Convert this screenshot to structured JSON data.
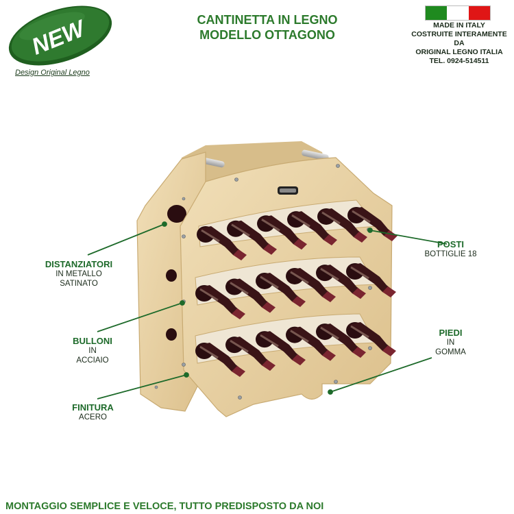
{
  "badge": {
    "label": "NEW",
    "color": "#2f7a2f"
  },
  "design_credit": "Design Original Legno",
  "title": {
    "line1": "CANTINETTA IN LEGNO",
    "line2": "MODELLO OTTAGONO"
  },
  "flag_colors": [
    "#1f8a1f",
    "#ffffff",
    "#e01616"
  ],
  "made_in": {
    "line1": "MADE IN ITALY",
    "line2": "COSTRUITE INTERAMENTE",
    "line3": "DA",
    "line4": "ORIGINAL LEGNO ITALIA",
    "line5": "TEL. 0924-514511"
  },
  "callouts": {
    "distanziatori": {
      "title": "DISTANZIATORI",
      "sub1": "IN METALLO",
      "sub2": "SATINATO"
    },
    "bulloni": {
      "title": "BULLONI",
      "sub1": "IN",
      "sub2": "ACCIAIO"
    },
    "finitura": {
      "title": "FINITURA",
      "sub1": "ACERO"
    },
    "posti": {
      "title": "POSTI",
      "sub1": "BOTTIGLIE 18"
    },
    "piedi": {
      "title": "PIEDI",
      "sub1": "IN",
      "sub2": "GOMMA"
    }
  },
  "product_image": {
    "subject": "octagonal wooden wine rack",
    "bottles": 18,
    "rows": 3,
    "wood_color": "#e9d3a6",
    "accent_color": "#1d6a2a"
  },
  "footer": "MONTAGGIO SEMPLICE E VELOCE, TUTTO PREDISPOSTO DA NOI"
}
